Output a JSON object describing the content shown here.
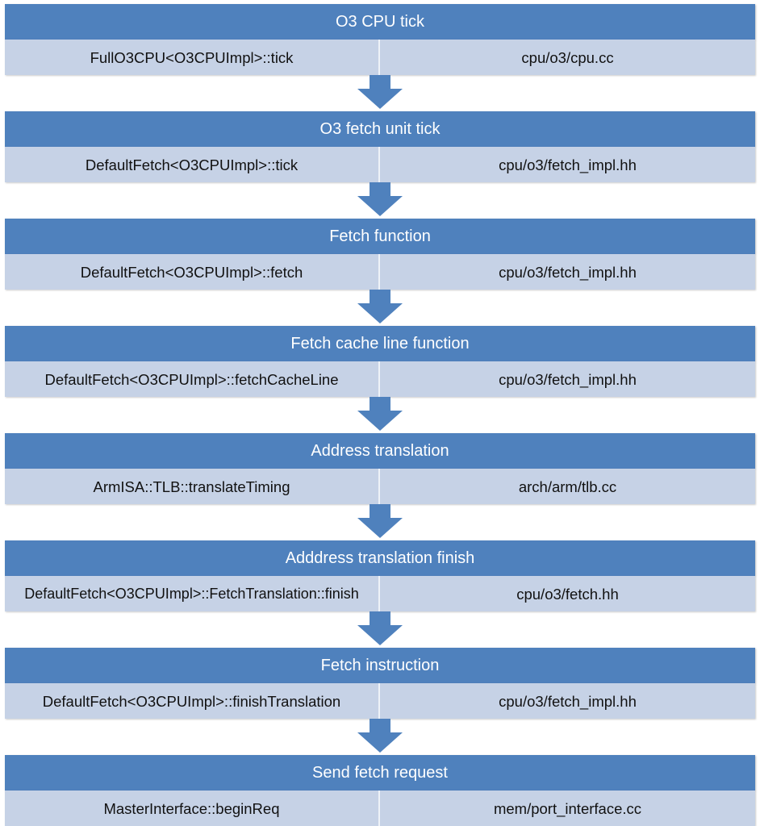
{
  "steps": [
    {
      "title": "O3 CPU tick",
      "function": "FullO3CPU<O3CPUImpl>::tick",
      "file": "cpu/o3/cpu.cc"
    },
    {
      "title": "O3 fetch unit tick",
      "function": "DefaultFetch<O3CPUImpl>::tick",
      "file": "cpu/o3/fetch_impl.hh"
    },
    {
      "title": "Fetch function",
      "function": "DefaultFetch<O3CPUImpl>::fetch",
      "file": "cpu/o3/fetch_impl.hh"
    },
    {
      "title": "Fetch cache line function",
      "function": "DefaultFetch<O3CPUImpl>::fetchCacheLine",
      "file": "cpu/o3/fetch_impl.hh"
    },
    {
      "title": "Address translation",
      "function": "ArmISA::TLB::translateTiming",
      "file": "arch/arm/tlb.cc"
    },
    {
      "title": "Adddress translation finish",
      "function": "DefaultFetch<O3CPUImpl>::FetchTranslation::finish",
      "file": "cpu/o3/fetch.hh"
    },
    {
      "title": "Fetch instruction",
      "function": "DefaultFetch<O3CPUImpl>::finishTranslation",
      "file": "cpu/o3/fetch_impl.hh"
    },
    {
      "title": "Send fetch request",
      "function": "MasterInterface::beginReq",
      "file": "mem/port_interface.cc"
    }
  ],
  "colors": {
    "header": "#4f81bd",
    "row": "#c6d2e6",
    "arrow": "#4f81bd",
    "header_text": "#ffffff"
  }
}
